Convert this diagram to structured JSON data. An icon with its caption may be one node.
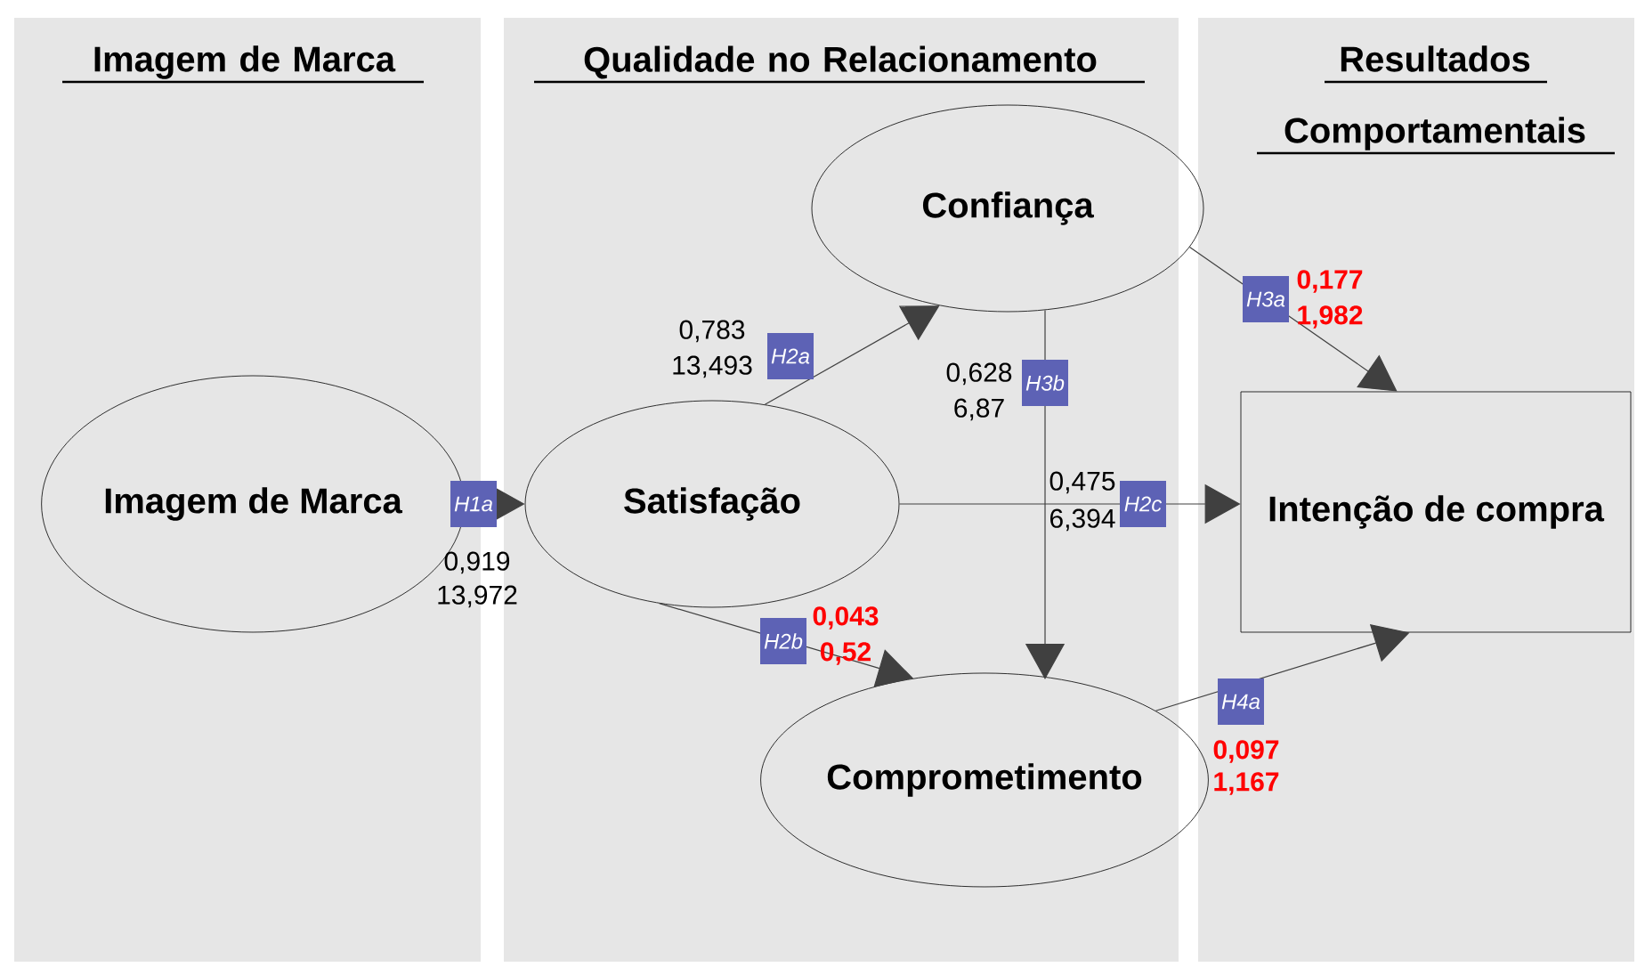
{
  "diagram": {
    "nodes": [
      {
        "text": [
          "Imagem de Marca"
        ]
      },
      {
        "text": [
          "Qualidade no Relacionamento"
        ]
      },
      {
        "text": [
          "Resultados Comportamentais"
        ]
      },
      {
        "text": [
          "Imagem de Marca"
        ],
        "in": 0
      },
      {
        "text": [
          "Confiança"
        ],
        "in": 1
      },
      {
        "text": [
          "Satisfação"
        ],
        "in": 1
      },
      {
        "text": [
          "Comprometimento"
        ],
        "in": 1
      },
      {
        "text": [
          "Intenção de compra"
        ],
        "in": 2
      }
    ],
    "edges": [
      {
        "from": 3,
        "to": 5,
        "arrow": "to",
        "label": "H1a"
      },
      {
        "from": 5,
        "to": 4,
        "arrow": "to",
        "label": "H2a"
      },
      {
        "from": 5,
        "to": 6,
        "arrow": "to",
        "label": "H2b"
      },
      {
        "from": 5,
        "to": 7,
        "arrow": "to",
        "label": "H2c"
      },
      {
        "from": 4,
        "to": 6,
        "arrow": "to",
        "label": "H3b"
      },
      {
        "from": 4,
        "to": 7,
        "arrow": "to",
        "label": "H3a"
      },
      {
        "from": 6,
        "to": 7,
        "arrow": "to",
        "label": "H4a"
      }
    ],
    "labels": [
      "0,783",
      "13,493",
      "0,628",
      "6,87",
      "0,177",
      "1,982",
      "0,475",
      "6,394",
      "0,919",
      "13,972",
      "0,043",
      "0,52",
      "0,097",
      "1,167"
    ]
  }
}
